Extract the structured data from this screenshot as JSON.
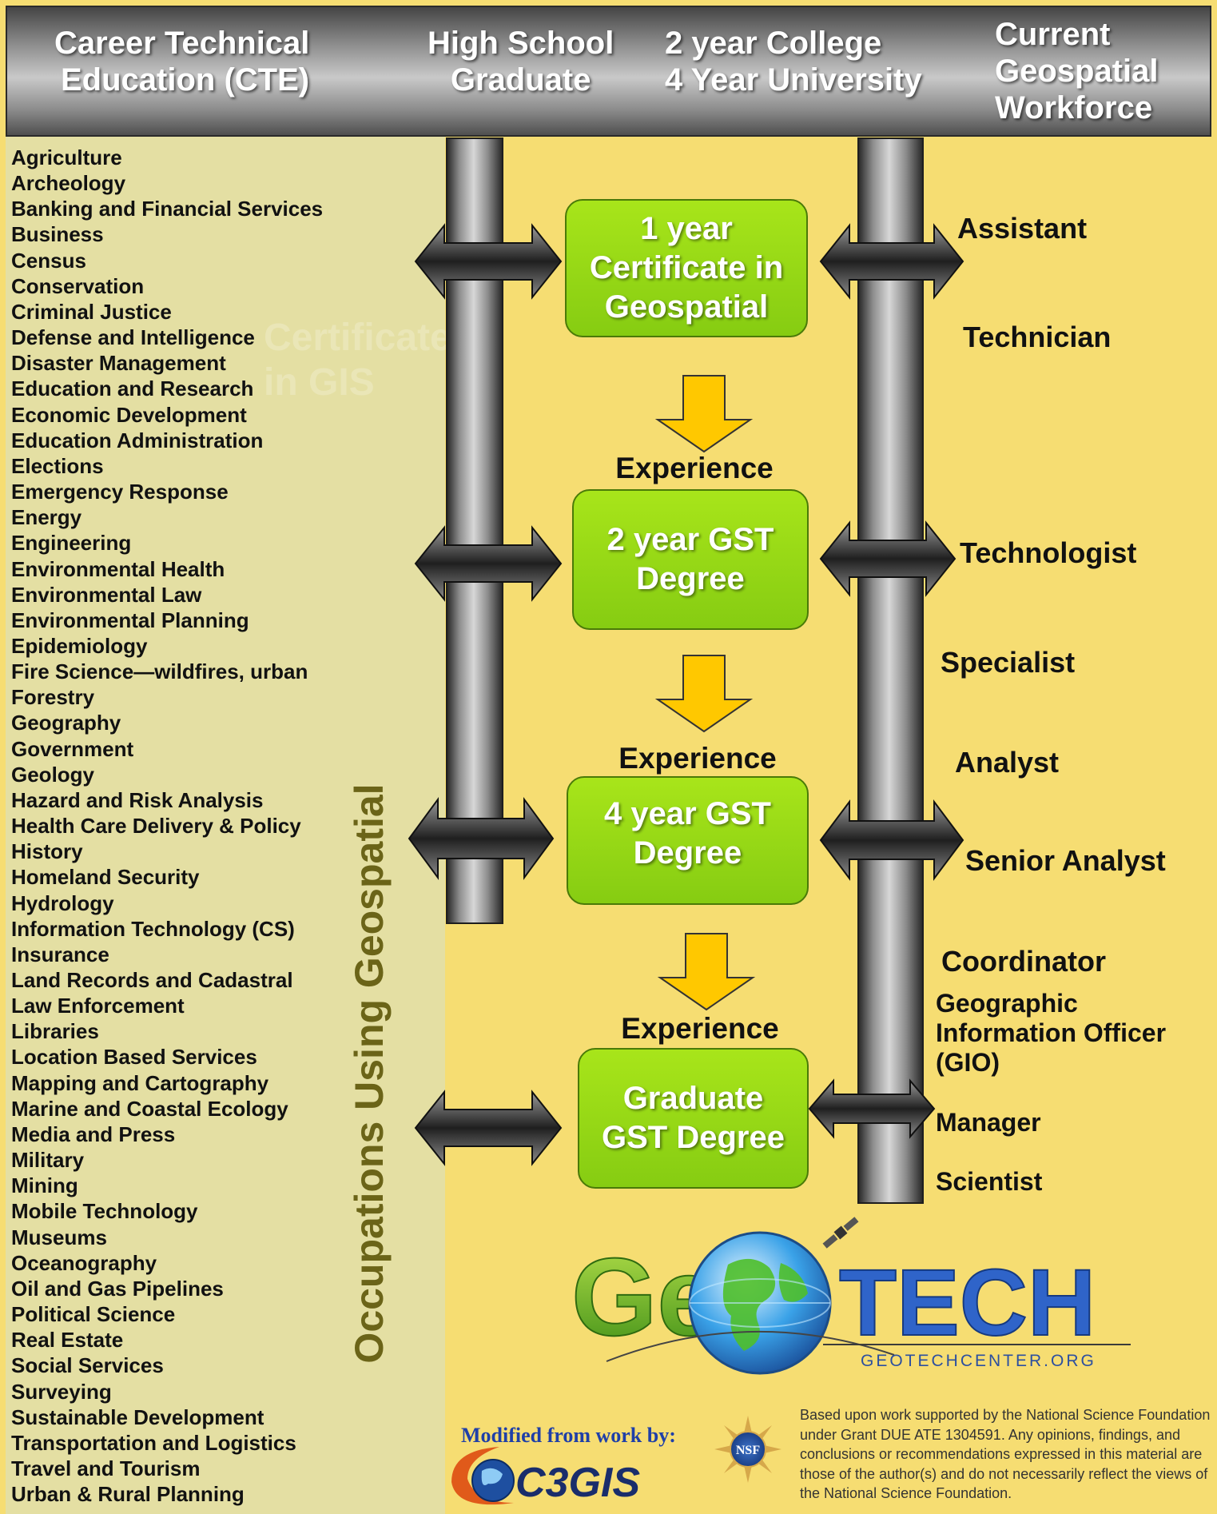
{
  "header": {
    "col1": [
      "Career Technical",
      "Education (CTE)"
    ],
    "col2": [
      "High School",
      "Graduate"
    ],
    "col3": [
      "2 year College",
      "4 Year University"
    ],
    "col4": [
      "Current",
      "Geospatial",
      "Workforce"
    ]
  },
  "occupations": [
    "Agriculture",
    "Archeology",
    "Banking and Financial Services",
    "Business",
    "Census",
    "Conservation",
    "Criminal Justice",
    "Defense and Intelligence",
    "Disaster Management",
    "Education and Research",
    "Economic Development",
    "Education Administration",
    "Elections",
    "Emergency Response",
    "Energy",
    "Engineering",
    "Environmental Health",
    "Environmental Law",
    "Environmental Planning",
    "Epidemiology",
    "Fire Science—wildfires, urban",
    "Forestry",
    "Geography",
    "Government",
    "Geology",
    "Hazard and Risk Analysis",
    "Health Care Delivery & Policy",
    "History",
    "Homeland Security",
    "Hydrology",
    "Information Technology (CS)",
    "Insurance",
    "Land Records and Cadastral",
    "Law Enforcement",
    "Libraries",
    "Location Based Services",
    "Mapping and Cartography",
    "Marine and Coastal Ecology",
    "Media and Press",
    "Military",
    "Mining",
    "Mobile Technology",
    "Museums",
    "Oceanography",
    "Oil and Gas Pipelines",
    "Political Science",
    "Real Estate",
    "Social Services",
    "Surveying",
    "Sustainable Development",
    "Transportation and Logistics",
    "Travel and Tourism",
    "Urban & Rural Planning"
  ],
  "vertical_title": "Occupations Using Geospatial",
  "ghost_text": [
    "Certificate",
    "in GIS"
  ],
  "steps": [
    "1 year\nCertificate in\nGeospatial",
    "2 year  GST\nDegree",
    "4 year GST\nDegree",
    "Graduate\nGST Degree"
  ],
  "experience_label": "Experience",
  "roles": {
    "assistant": "Assistant",
    "technician": "Technician",
    "technologist": "Technologist",
    "specialist": "Specialist",
    "analyst": "Analyst",
    "senior_analyst": "Senior Analyst",
    "coordinator": "Coordinator",
    "gio": [
      "Geographic",
      "Information Officer",
      "(GIO)"
    ],
    "manager": "Manager",
    "scientist": "Scientist"
  },
  "logo": {
    "geo_text": "Ge",
    "tech_text": "TECH",
    "url": "GEOTECHCENTER.ORG"
  },
  "credits": {
    "modified_from": "Modified from work by:",
    "c3gis": "C3GIS",
    "nsf_seal_text": "NSF",
    "disclaimer": "Based upon work supported by the National Science Foundation under Grant DUE ATE 1304591.  Any opinions, findings, and conclusions or recommendations expressed in this material are those of the author(s) and do not necessarily reflect the views of the National Science Foundation."
  },
  "colors": {
    "background": "#f6dd72",
    "left_panel": "#e4dfa3",
    "step_green": "#8fd516",
    "down_arrow": "#ffc800",
    "vertical_title": "#6b6418",
    "tech_blue": "#2f64c9"
  }
}
